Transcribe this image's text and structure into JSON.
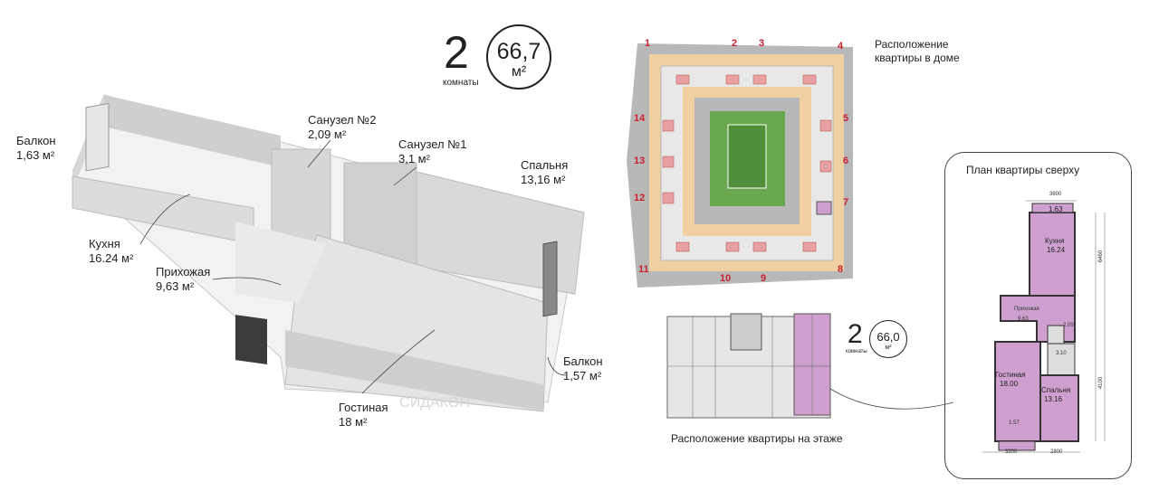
{
  "header": {
    "rooms_count": "2",
    "rooms_word": "комнаты",
    "area_value": "66,7",
    "area_unit": "м²"
  },
  "plan3d": {
    "balcony1_name": "Балкон",
    "balcony1_area": "1,63 м²",
    "bath2_name": "Санузел №2",
    "bath2_area": "2,09 м²",
    "bath1_name": "Санузел №1",
    "bath1_area": "3,1 м²",
    "bedroom_name": "Спальня",
    "bedroom_area": "13,16 м²",
    "kitchen_name": "Кухня",
    "kitchen_area": "16.24 м²",
    "hall_name": "Прихожая",
    "hall_area": "9,63 м²",
    "balcony2_name": "Балкон",
    "balcony2_area": "1,57 м²",
    "living_name": "Гостиная",
    "living_area": "18 м²",
    "watermark": "СИДАКОН"
  },
  "house": {
    "title_line1": "Расположение",
    "title_line2": "квартиры в доме",
    "section_numbers": [
      "1",
      "2",
      "3",
      "4",
      "5",
      "6",
      "7",
      "8",
      "9",
      "10",
      "11",
      "12",
      "13",
      "14"
    ]
  },
  "floor": {
    "caption": "Расположение квартиры на этаже",
    "rooms_count": "2",
    "rooms_word": "комнаты",
    "area_value": "66,0",
    "area_unit": "м²"
  },
  "top_plan": {
    "title": "План квартиры сверху",
    "kitchen_name": "Кухня",
    "kitchen_area": "16.24",
    "balcony_top": "1.63",
    "hall_name": "Прихожая",
    "hall_area": "9.63",
    "bath_small": "2.09",
    "bath_large": "3.10",
    "living_name": "Гостиная",
    "living_area": "18.00",
    "bedroom_name": "Спальня",
    "bedroom_area": "13.16",
    "balcony_bottom": "1.57",
    "dim_top": "3800",
    "dim_bottom_left": "3200",
    "dim_bottom_right": "2800",
    "dim_left_1": "6460",
    "dim_left_2": "4100"
  },
  "colors": {
    "highlight_pink": "#cfa0cf",
    "accent_red": "#cc2030",
    "courtyard_green": "#6aa84f",
    "walkway_sand": "#f0cfa0"
  }
}
